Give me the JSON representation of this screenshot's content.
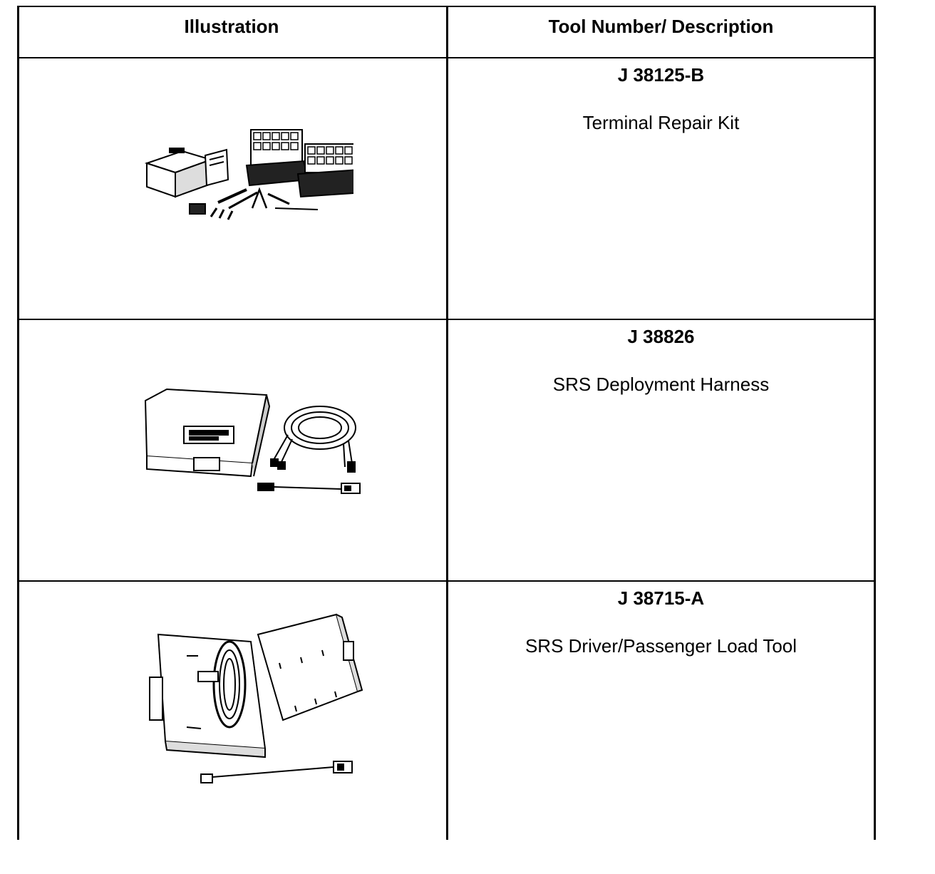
{
  "headers": {
    "illustration": "Illustration",
    "tool": "Tool Number/ Description"
  },
  "rows": [
    {
      "tool_number": "J 38125-B",
      "description": "Terminal Repair Kit",
      "icon": "terminal-repair-kit-icon"
    },
    {
      "tool_number": "J 38826",
      "description": "SRS Deployment Harness",
      "icon": "deployment-harness-case-icon"
    },
    {
      "tool_number": "J 38715-A",
      "description": "SRS Driver/Passenger Load Tool",
      "icon": "load-tool-case-icon"
    }
  ]
}
